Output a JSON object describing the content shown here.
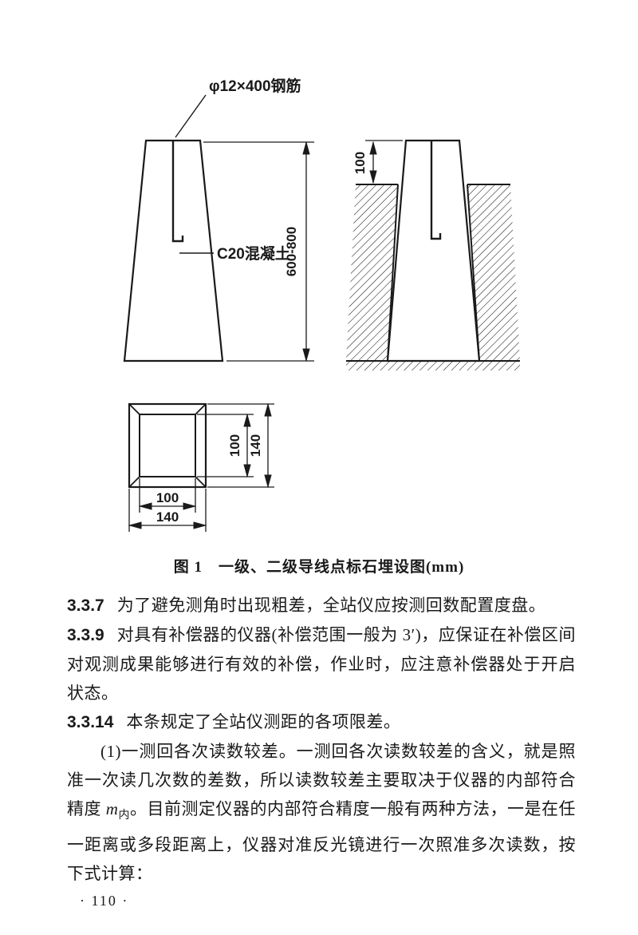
{
  "figure": {
    "labels": {
      "rebar": "φ12×400钢筋",
      "concrete": "C20混凝土",
      "depth": "600-800",
      "embed_top": "100",
      "plan_inner_v": "100",
      "plan_outer_v": "140",
      "plan_inner_h": "100",
      "plan_outer_h": "140"
    },
    "caption": "图 1　一级、二级导线点标石埋设图(mm)"
  },
  "sections": [
    {
      "num": "3.3.7",
      "text": "为了避免测角时出现粗差，全站仪应按测回数配置度盘。"
    },
    {
      "num": "3.3.9",
      "text": "对具有补偿器的仪器(补偿范围一般为 3′)，应保证在补偿区间对观测成果能够进行有效的补偿，作业时，应注意补偿器处于开启状态。"
    },
    {
      "num": "3.3.14",
      "text": "本条规定了全站仪测距的各项限差。"
    }
  ],
  "body": {
    "p1_before": "(1)一测回各次读数较差。一测回各次读数较差的含义，就是照准一次读几次数的差数，所以读数较差主要取决于仪器的内部符合精度 ",
    "p1_m": "m",
    "p1_sub": "内",
    "p1_after": "。目前测定仪器的内部符合精度一般有两种方法，一是在任一距离或多段距离上，仪器对准反光镜进行一次照准多次读数，按下式计算："
  },
  "page_number": "· 110 ·"
}
